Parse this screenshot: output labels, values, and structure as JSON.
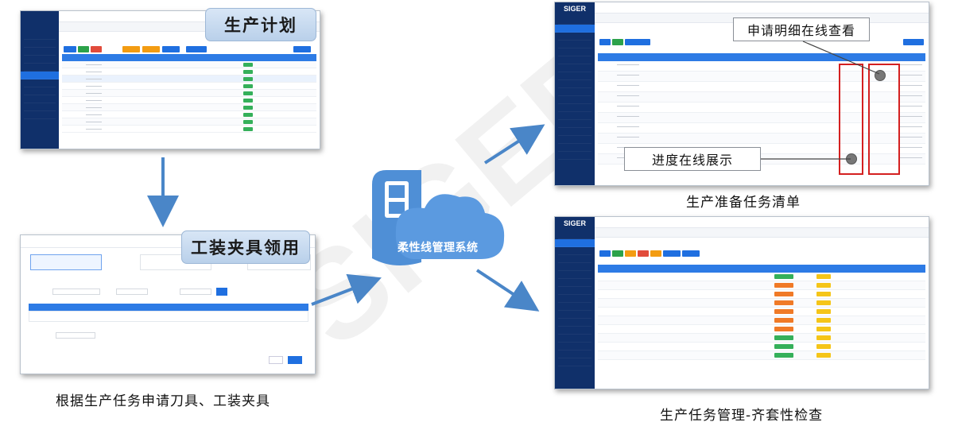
{
  "diagram": {
    "center_label": "柔性线管理系统",
    "tags": {
      "plan": "生产计划",
      "tooling": "工装夹具领用"
    },
    "callouts": {
      "detail": "申请明细在线查看",
      "progress": "进度在线展示"
    },
    "captions": {
      "tooling": "根据生产任务申请刀具、工装夹具",
      "prep": "生产准备任务清单",
      "kitting": "生产任务管理-齐套性检查"
    },
    "screens": {
      "logo": "SIGER"
    },
    "colors": {
      "sidebar": "#10306a",
      "accent": "#1f6fe0",
      "arrow": "#4a86c8",
      "highlight": "#d42020"
    }
  }
}
